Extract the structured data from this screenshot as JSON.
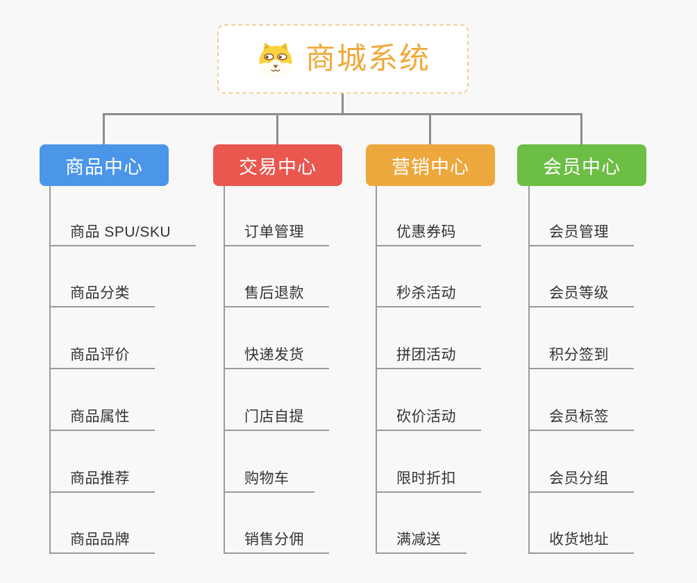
{
  "root": {
    "title": "商城系统",
    "icon": "dog-face-icon",
    "accent_color": "#F0A93B",
    "border_color": "#F2CF9B"
  },
  "branches": [
    {
      "label": "商品中心",
      "color": "#4B96E9",
      "items": [
        "商品 SPU/SKU",
        "商品分类",
        "商品评价",
        "商品属性",
        "商品推荐",
        "商品品牌"
      ]
    },
    {
      "label": "交易中心",
      "color": "#E9574F",
      "items": [
        "订单管理",
        "售后退款",
        "快递发货",
        "门店自提",
        "购物车",
        "销售分佣"
      ]
    },
    {
      "label": "营销中心",
      "color": "#EDA83D",
      "items": [
        "优惠券码",
        "秒杀活动",
        "拼团活动",
        "砍价活动",
        "限时折扣",
        "满减送"
      ]
    },
    {
      "label": "会员中心",
      "color": "#6CBE44",
      "items": [
        "会员管理",
        "会员等级",
        "积分签到",
        "会员标签",
        "会员分组",
        "收货地址"
      ]
    }
  ],
  "connector_color": "#8C8C8C",
  "underline_color": "#999999",
  "text_color": "#333333",
  "background_color": "#F8F8F8"
}
